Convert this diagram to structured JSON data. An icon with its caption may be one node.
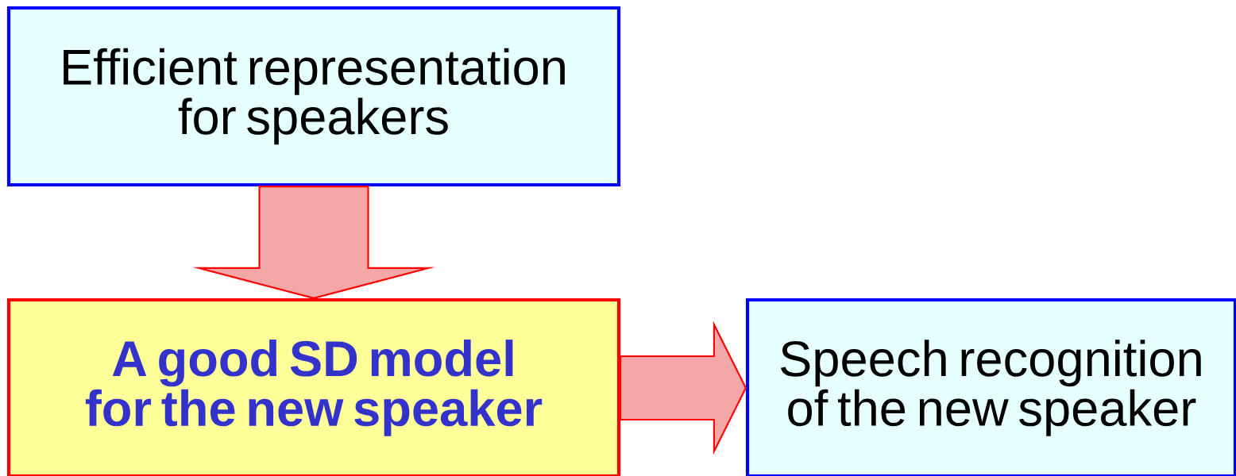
{
  "diagram": {
    "nodes": [
      {
        "text": [
          "Efficient representation for speakers"
        ]
      },
      {
        "text": [
          "A good SD model for the new speaker"
        ]
      },
      {
        "text": [
          "Speech recognition of the new speaker"
        ]
      }
    ],
    "edges": [
      {
        "from": 0,
        "to": 1,
        "arrow": "to"
      },
      {
        "from": 1,
        "to": 2,
        "arrow": "to"
      }
    ]
  }
}
